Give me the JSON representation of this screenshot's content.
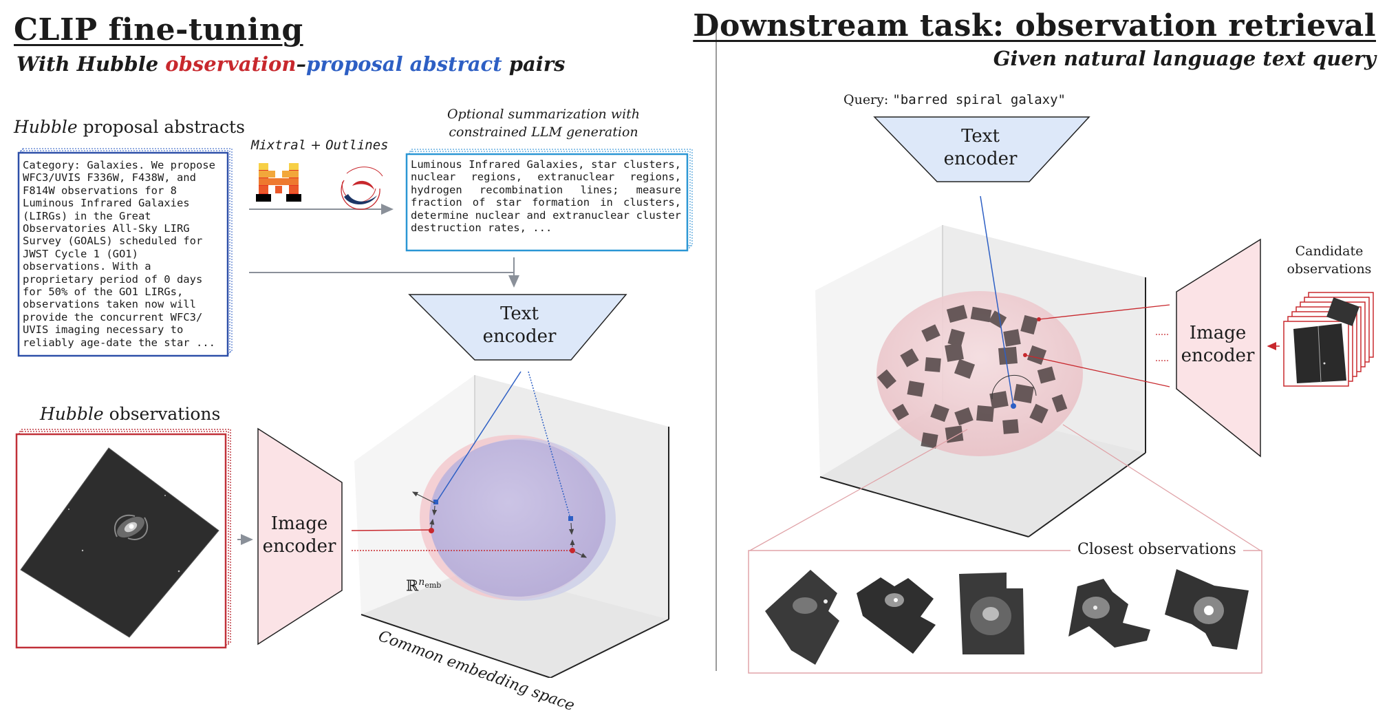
{
  "left": {
    "title": "CLIP fine-tuning",
    "subtitle": {
      "part1": "With Hubble ",
      "observation": "observation",
      "dash": "–",
      "proposal": "proposal abstract",
      "part2": " pairs"
    },
    "abstracts_label": {
      "italic": "Hubble",
      "rest": " proposal abstracts"
    },
    "abstract_text": "Category: Galaxies. We propose WFC3/UVIS F336W, F438W, and F814W observations for 8 Luminous Infrared Galaxies (LIRGs) in the Great Observatories All-Sky LIRG Survey (GOALS) scheduled for JWST Cycle 1 (GO1) observations. With a proprietary period of 0 days for 50% of the GO1 LIRGs, observations taken now will provide the concurrent WFC3/ UVIS imaging necessary to reliably age-date the star ...",
    "llm_label": {
      "a": "Mixtral",
      "plus": " + ",
      "b": "Outlines"
    },
    "summary_caption": "Optional summarization with constrained LLM generation",
    "summary_text": "Luminous Infrared Galaxies, star clusters, nuclear regions, extranuclear regions, hydrogen recombination lines; measure fraction of star formation in clusters, determine nuclear and extranuclear cluster destruction rates, ...",
    "text_encoder": [
      "Text",
      "encoder"
    ],
    "observations_label": {
      "italic": "Hubble",
      "rest": " observations"
    },
    "image_encoder": [
      "Image",
      "encoder"
    ],
    "space_symbol": "ℝ",
    "space_sup": "n",
    "space_sub": "emb",
    "space_caption": "Common embedding space"
  },
  "right": {
    "title": "Downstream task: observation retrieval",
    "subtitle": "Given natural language text query",
    "query_label": "Query: ",
    "query_text": "\"barred spiral galaxy\"",
    "text_encoder": [
      "Text",
      "encoder"
    ],
    "candidate_label": [
      "Candidate",
      "observations"
    ],
    "image_encoder": [
      "Image",
      "encoder"
    ],
    "closest_label": "Closest observations"
  },
  "colors": {
    "red": "#c8282d",
    "blue": "#2d5fc4",
    "text_encoder_fill": "#dde8f9",
    "image_encoder_fill": "#fbe3e6",
    "divider": "#999999"
  }
}
